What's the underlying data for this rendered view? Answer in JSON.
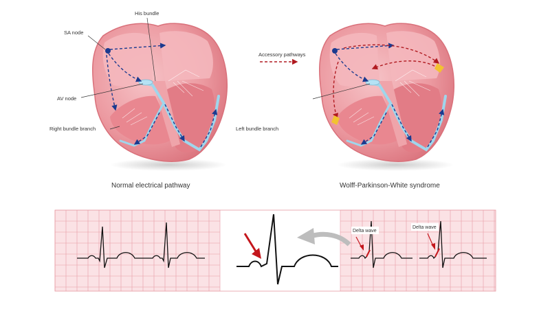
{
  "labels": {
    "his_bundle": "His bundle",
    "sa_node": "SA node",
    "av_node": "AV node",
    "right_bundle_branch": "Right bundle branch",
    "left_bundle_branch": "Left bundle branch",
    "accessory_pathways": "Accessory pathways",
    "delta_wave_1": "Delta wave",
    "delta_wave_2": "Delta wave"
  },
  "captions": {
    "normal": "Normal electrical pathway",
    "wpw": "Wolff-Parkinson-White syndrome"
  },
  "colors": {
    "heart_outer": "#ea8f97",
    "heart_inner": "#f2b3b8",
    "heart_dark": "#d9707a",
    "conduction": "#1b3a8f",
    "bundle": "#9fd6ec",
    "accessory": "#b01a20",
    "accessory_node": "#f2c230",
    "ecg_grid_bg": "#fbe2e5",
    "ecg_grid_line": "#e79aa3",
    "ecg_trace": "#111111",
    "arrow_red": "#c4161c",
    "arrow_gray": "#bdbdbd"
  }
}
